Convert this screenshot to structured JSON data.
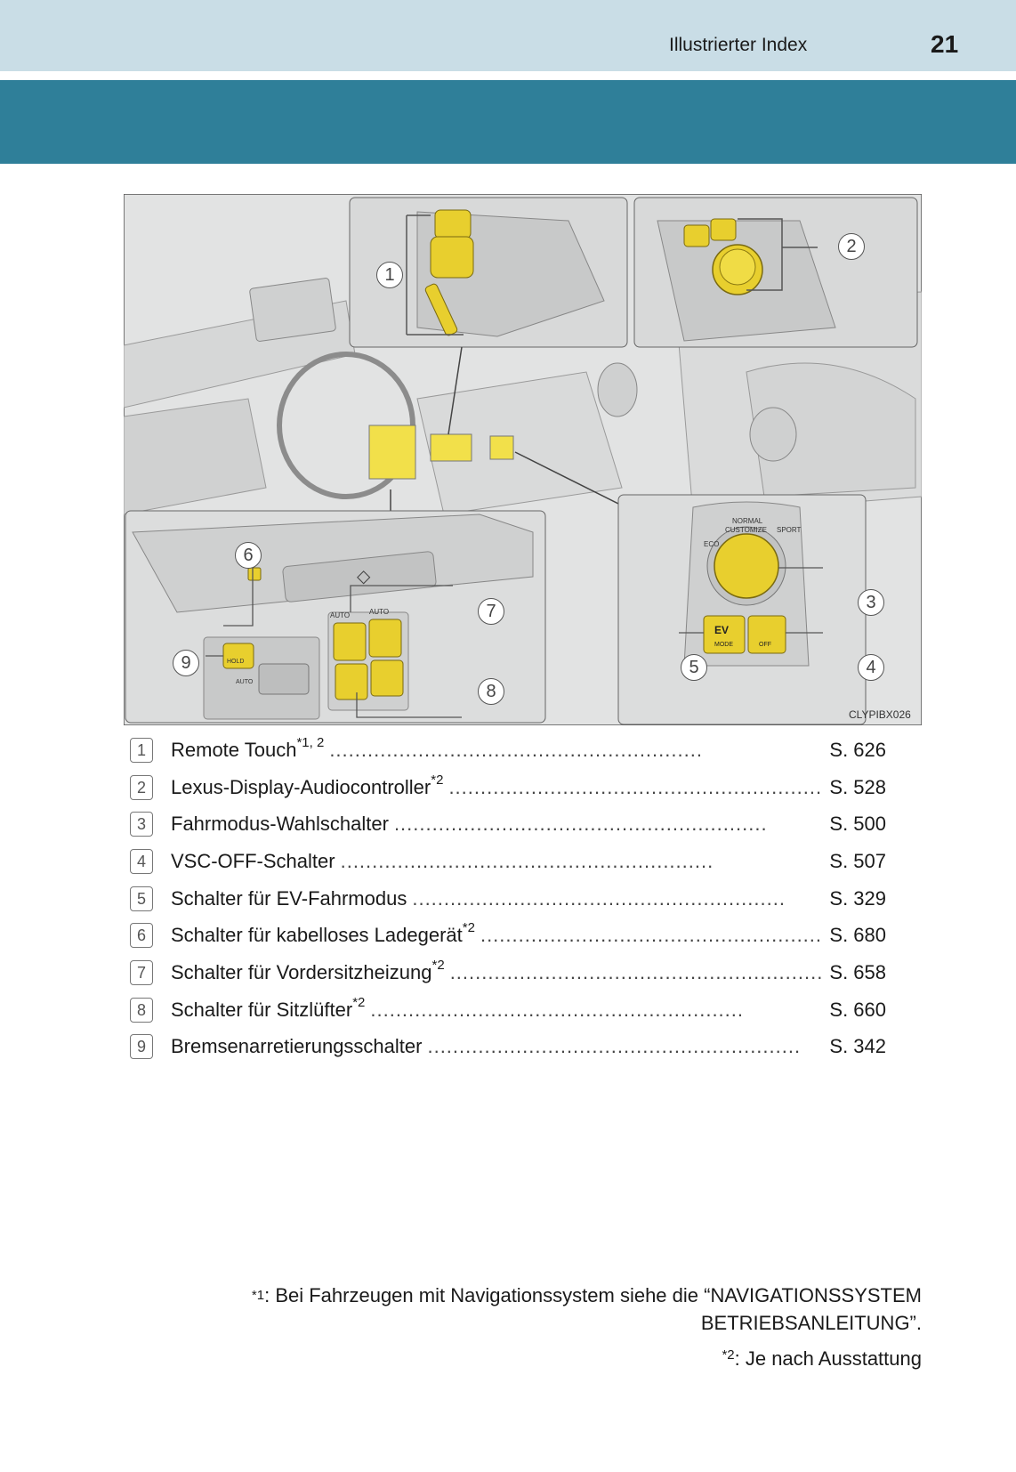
{
  "header": {
    "section_title": "Illustrierter Index",
    "page_number": "21"
  },
  "figure": {
    "code": "CLYPIBX026",
    "callouts": [
      "1",
      "2",
      "3",
      "4",
      "5",
      "6",
      "7",
      "8",
      "9"
    ],
    "labels": {
      "normal": "NORMAL",
      "customize": "CUSTOMIZE",
      "eco": "ECO",
      "sport": "SPORT",
      "ev": "EV",
      "mode": "MODE",
      "off": "OFF",
      "auto": "AUTO",
      "hold": "HOLD"
    }
  },
  "index": [
    {
      "num": "1",
      "label": "Remote Touch",
      "sup": "*1, 2",
      "dots": "...........................................................",
      "page": "S. 626"
    },
    {
      "num": "2",
      "label": "Lexus-Display-Audiocontroller",
      "sup": "*2",
      "dots": "...........................................................",
      "page": "S. 528"
    },
    {
      "num": "3",
      "label": "Fahrmodus-Wahlschalter",
      "sup": "",
      "dots": "...........................................................",
      "page": "S. 500"
    },
    {
      "num": "4",
      "label": "VSC-OFF-Schalter",
      "sup": "",
      "dots": "...........................................................",
      "page": "S. 507"
    },
    {
      "num": "5",
      "label": "Schalter für EV-Fahrmodus",
      "sup": "",
      "dots": "...........................................................",
      "page": "S. 329"
    },
    {
      "num": "6",
      "label": "Schalter für kabelloses Ladegerät",
      "sup": "*2",
      "dots": "...........................................................",
      "page": "S. 680"
    },
    {
      "num": "7",
      "label": "Schalter für Vordersitzheizung",
      "sup": "*2",
      "dots": "...........................................................",
      "page": "S. 658"
    },
    {
      "num": "8",
      "label": "Schalter für Sitzlüfter",
      "sup": "*2",
      "dots": "...........................................................",
      "page": "S. 660"
    },
    {
      "num": "9",
      "label": "Bremsenarretierungsschalter",
      "sup": "",
      "dots": "...........................................................",
      "page": "S. 342"
    }
  ],
  "footnotes": {
    "f1_mark": "*1",
    "f1_line1": ": Bei Fahrzeugen mit Navigationssystem siehe die “NAVIGATIONSSYSTEM",
    "f1_line2": "BETRIEBSANLEITUNG”.",
    "f2_mark": "*2",
    "f2_text": ": Je nach Ausstattung"
  }
}
